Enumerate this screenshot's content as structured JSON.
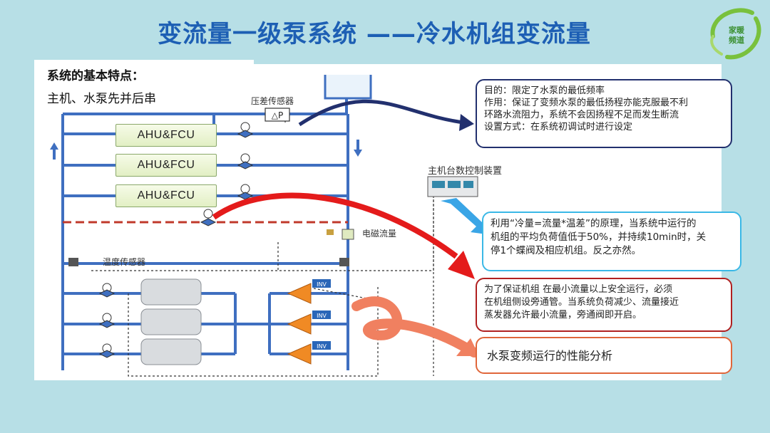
{
  "title": "变流量一级泵系统 ——冷水机组变流量",
  "logo": {
    "line1": "家暖",
    "line2": "频道"
  },
  "features": {
    "heading": "系统的基本特点：",
    "subheading": "主机、水泵先并后串"
  },
  "diagram": {
    "ahu_units": [
      "AHU&FCU",
      "AHU&FCU",
      "AHU&FCU"
    ],
    "pressure_sensor": "压差传感器",
    "pressure_symbol": "△P",
    "temp_sensor": "温度传感器",
    "flow_meter": "电磁流量",
    "controller": "主机台数控制装置",
    "inv_labels": [
      "INV",
      "INV",
      "INV"
    ]
  },
  "callouts": {
    "purpose": [
      "目的：限定了水泵的最低频率",
      "作用：保证了变频水泵的最低扬程亦能克服最不利",
      "环路水流阻力，系统不会因扬程不足而发生断流",
      "设置方式：在系统初调试时进行设定"
    ],
    "controller_note": [
      "利用“冷量=流量*温差”的原理，当系统中运行的",
      "机组的平均负荷值低于50%，并持续10min时，关",
      "停1个蝶阀及相应机组。反之亦然。"
    ],
    "bypass_note": [
      "为了保证机组 在最小流量以上安全运行，必须",
      "在机组侧设旁通管。当系统负荷减少、流量接近",
      "蒸发器允许最小流量，旁通阀即开启。"
    ],
    "pump_note": "水泵变频运行的性能分析"
  },
  "colors": {
    "title": "#1d5fb4",
    "pipe": "#3f6fc0",
    "bypass": "#c0392b",
    "callout_dark": "#22306e",
    "callout_cyan": "#3ab8e6",
    "callout_red": "#b02020",
    "callout_orange": "#e0663a"
  }
}
